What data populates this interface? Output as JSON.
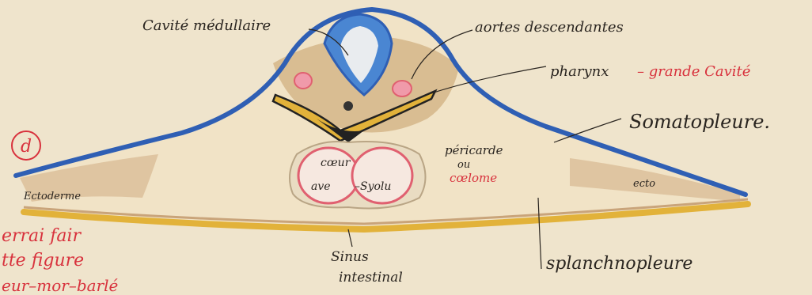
{
  "figure_letter": "d",
  "labels": {
    "cavite_medullaire": "Cavité médullaire",
    "aortes_descendantes": "aortes descendantes",
    "pharynx": "pharynx",
    "grande_cavite": "– grande Cavité",
    "somatopleure": "Somatopleure.",
    "pericarde": "péricarde",
    "ou": "ou",
    "coelome": "cœlome",
    "coeur": "cœur",
    "ave": "ave",
    "syolu": "–Syolu",
    "sinus_intestinal_1": "Sinus",
    "sinus_intestinal_2": "intestinal",
    "splanchnopleure": "splanchnopleure",
    "ecto_left": "Ectoderme",
    "ecto_right": "ecto",
    "margin_line_1": "errai fair",
    "margin_line_2": "tte figure",
    "margin_line_3": "eur–mor–barlé"
  },
  "colors": {
    "paper": "#efe4cc",
    "ectoderm_blue": "#2f5fb4",
    "mesoderm_tan": "#c9a47a",
    "endoderm_yellow": "#e2b23a",
    "heart_red": "#e06070",
    "annotation_red": "#d8323d",
    "ink": "#2a2520"
  }
}
